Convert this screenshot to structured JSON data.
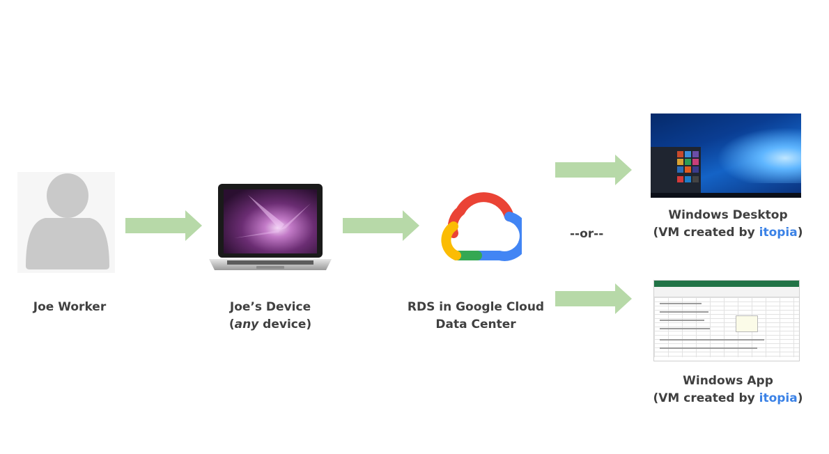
{
  "nodes": {
    "worker": {
      "label": "Joe Worker"
    },
    "device": {
      "label_line1": "Joe’s Device",
      "label_paren_open": "(",
      "label_em": "any",
      "label_rest": " device)"
    },
    "cloud": {
      "label_line1": "RDS in Google Cloud",
      "label_line2": "Data Center"
    },
    "desktop": {
      "label_line1": "Windows Desktop",
      "label_line2_prefix": "(VM created by ",
      "brand": "itopia",
      "label_line2_suffix": ")"
    },
    "app": {
      "label_line1": "Windows App",
      "label_line2_prefix": "(VM created by ",
      "brand": "itopia",
      "label_line2_suffix": ")"
    }
  },
  "separator": "--or--",
  "colors": {
    "arrow": "#b7d9a8",
    "brand_text": "#3b82e6",
    "label_text": "#404040",
    "person": "#c9c9c9",
    "google_red": "#ea4335",
    "google_yellow": "#fbbc04",
    "google_green": "#34a853",
    "google_blue": "#4285f4"
  },
  "icons": {
    "worker": "person-silhouette-icon",
    "device": "laptop-icon",
    "cloud": "google-cloud-logo-icon",
    "desktop": "windows-desktop-screenshot",
    "app": "excel-spreadsheet-screenshot"
  }
}
